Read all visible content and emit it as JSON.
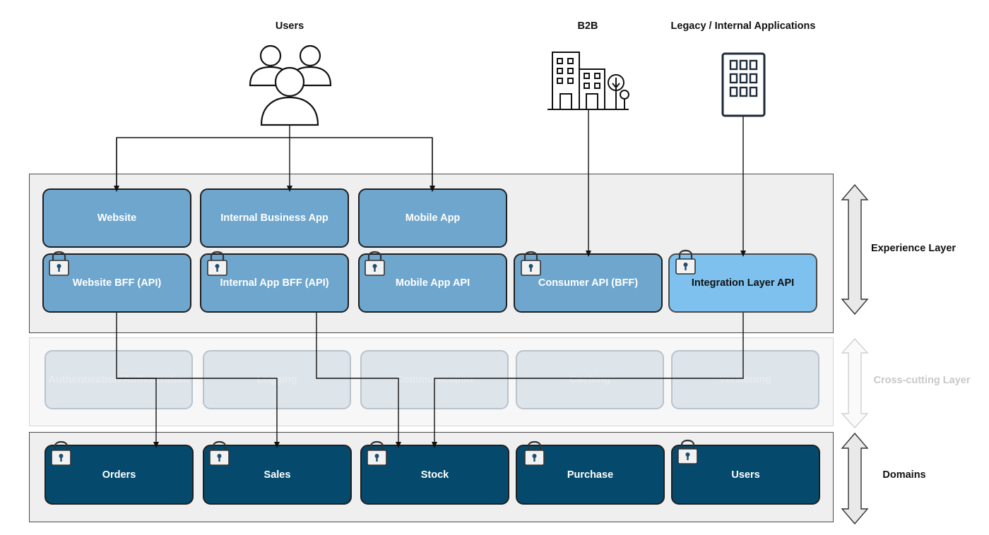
{
  "actors": {
    "users": "Users",
    "b2b": "B2B",
    "legacy": "Legacy / Internal Applications"
  },
  "layers": {
    "experience": "Experience Layer",
    "cross_cutting": "Cross-cutting Layer",
    "domains": "Domains"
  },
  "experience": {
    "apps": [
      "Website",
      "Internal Business App",
      "Mobile App"
    ],
    "apis": [
      "Website BFF (API)",
      "Internal App BFF (API)",
      "Mobile App API",
      "Consumer API (BFF)",
      "Integration Layer API"
    ]
  },
  "cross_cutting": {
    "items": [
      "Authentication/Authorization",
      "Logging",
      "Communication",
      "Caching",
      "Versioning"
    ]
  },
  "domains": {
    "items": [
      "Orders",
      "Sales",
      "Stock",
      "Purchase",
      "Users"
    ]
  },
  "colors": {
    "app": "#6fa6cd",
    "integration": "#7fc1ee",
    "domain": "#054a6d",
    "layer_bg": "#efefef"
  }
}
